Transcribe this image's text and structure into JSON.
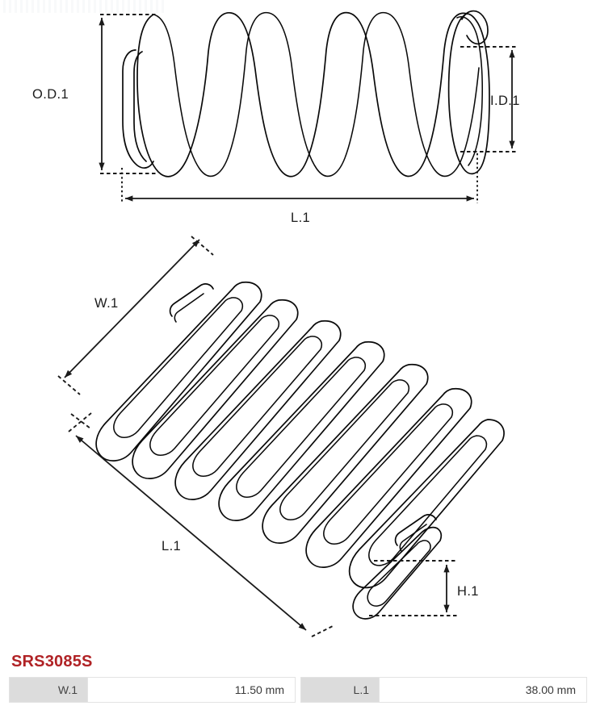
{
  "product": {
    "code": "SRS3085S",
    "code_color": "#b02225"
  },
  "drawings": {
    "side_view": {
      "labels": {
        "outer_diameter": "O.D.1",
        "inner_diameter": "I.D.1",
        "length": "L.1"
      }
    },
    "iso_view": {
      "labels": {
        "width": "W.1",
        "length": "L.1",
        "height": "H.1"
      }
    }
  },
  "spec_table": {
    "rows": [
      {
        "key": "W.1",
        "value": "11.50 mm"
      },
      {
        "key": "L.1",
        "value": "38.00 mm"
      }
    ]
  }
}
